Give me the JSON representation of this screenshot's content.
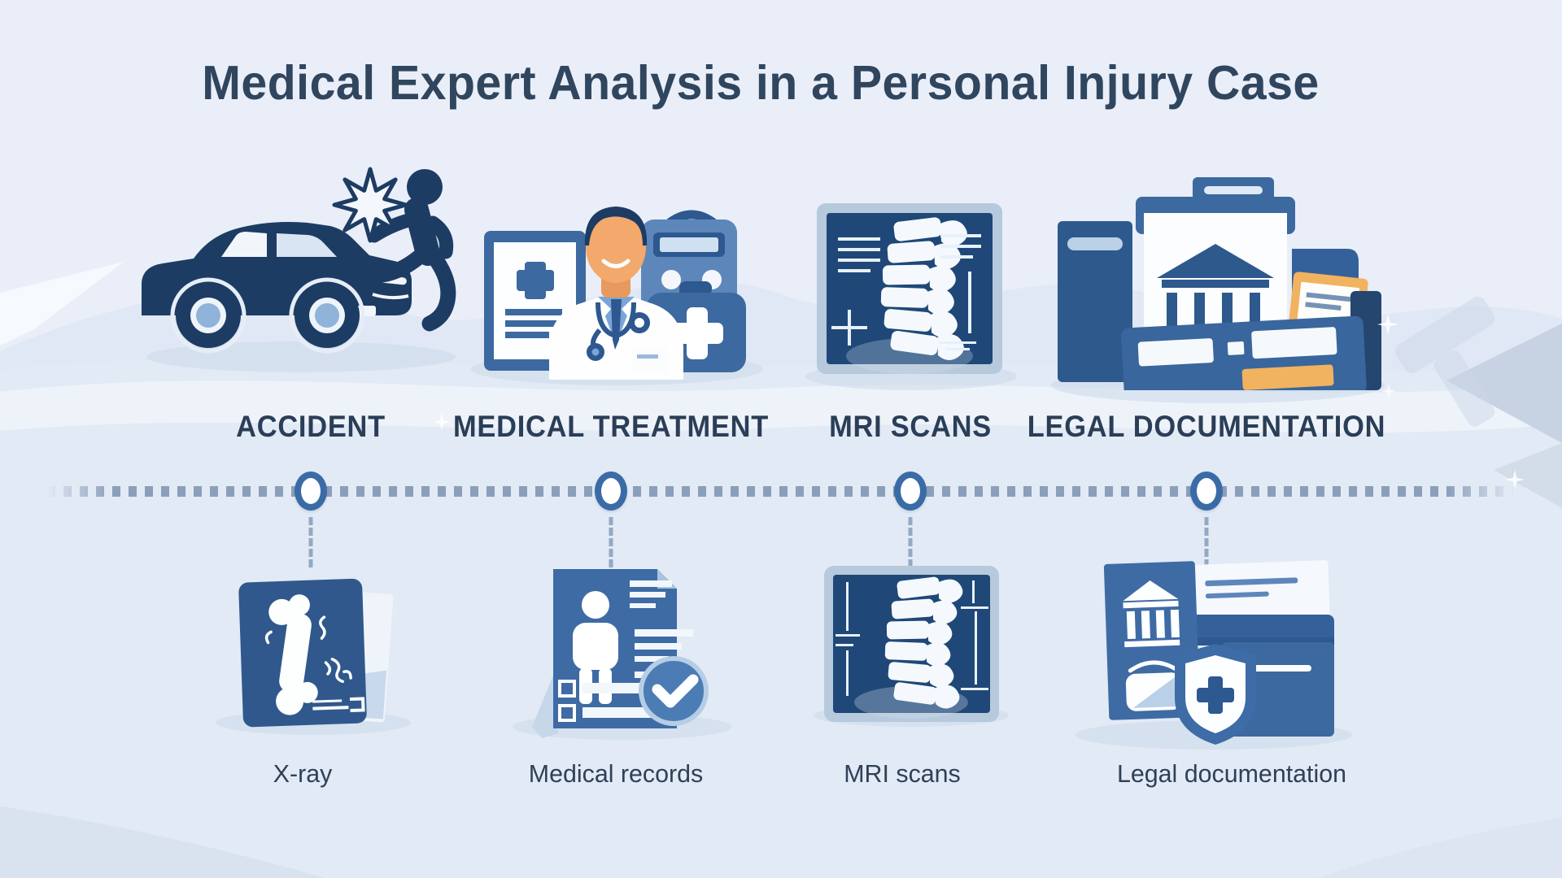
{
  "title": {
    "text": "Medical Expert Analysis in a Personal Injury Case"
  },
  "colors": {
    "background": "#e9eef8",
    "title_text": "#30455e",
    "label_text": "#2b3e57",
    "sub_label_text": "#2e4158",
    "icon_navy": "#1d3c63",
    "icon_blue": "#3c699f",
    "scan_screen": "#1f4878",
    "scan_frame": "#b7c9dc",
    "accent_orange": "#f1b35f",
    "timeline_dots": "#8296b4",
    "timeline_ring": "#3a6ba6"
  },
  "stages": [
    {
      "label": "ACCIDENT",
      "icon": "car-crash-icon"
    },
    {
      "label": "MEDICAL TREATMENT",
      "icon": "doctor-icon"
    },
    {
      "label": "MRI SCANS",
      "icon": "mri-spine-scan-icon"
    },
    {
      "label": "LEGAL DOCUMENTATION",
      "icon": "legal-documents-icon"
    }
  ],
  "sub_items": [
    {
      "label": "X-ray",
      "icon": "x-ray-film-icon"
    },
    {
      "label": "Medical records",
      "icon": "medical-records-icon"
    },
    {
      "label": "MRI scans",
      "icon": "mri-spine-scan-icon"
    },
    {
      "label": "Legal documentation",
      "icon": "legal-shield-icon"
    }
  ]
}
